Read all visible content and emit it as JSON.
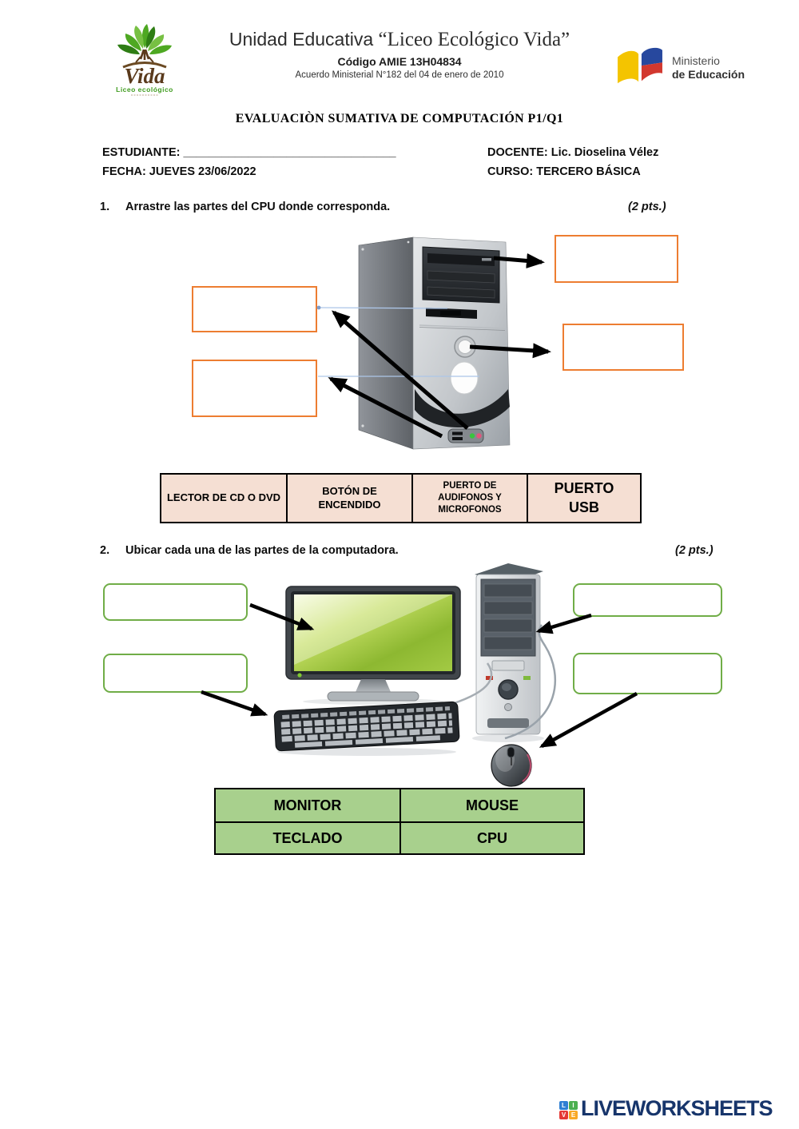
{
  "header": {
    "school_prefix": "Unidad Educativa",
    "school_quoted": "“Liceo Ecológico Vida”",
    "code": "Código AMIE 13H04834",
    "agreement": "Acuerdo Ministerial N°182 del 04 de enero de 2010",
    "vida": {
      "name": "Vida",
      "subtitle": "Liceo ecológico"
    },
    "ministry": {
      "line1": "Ministerio",
      "line2": "de Educación"
    }
  },
  "title": "EVALUACIÒN SUMATIVA DE COMPUTACIÓN P1/Q1",
  "info": {
    "student_label": "ESTUDIANTE: ",
    "student_line": "_________________________________",
    "teacher": "DOCENTE: Lic. Dioselina Vélez",
    "date": "FECHA: JUEVES 23/06/2022",
    "course": "CURSO: TERCERO BÁSICA"
  },
  "q1": {
    "number": "1.",
    "text": "Arrastre las partes del CPU donde corresponda.",
    "points": "(2 pts.)",
    "word_bank": [
      "LECTOR DE CD O DVD",
      "BOTÓN DE ENCENDIDO",
      "PUERTO DE AUDIFONOS Y MICROFONOS",
      "PUERTO USB"
    ]
  },
  "q2": {
    "number": "2.",
    "text": "Ubicar cada una de las partes de la computadora.",
    "points": "(2 pts.)",
    "word_bank_rows": [
      [
        "MONITOR",
        "MOUSE"
      ],
      [
        "TECLADO",
        "CPU"
      ]
    ]
  },
  "footer": {
    "logo_letters": [
      "L",
      "I",
      "V",
      "E"
    ],
    "brand": "LIVEWORKSHEETS"
  },
  "colors": {
    "accent_orange": "#ED7D31",
    "accent_green": "#70AD47",
    "bank1_bg": "#F5DFD3",
    "bank2_bg": "#A8D08D",
    "brand_navy": "#17356B"
  }
}
